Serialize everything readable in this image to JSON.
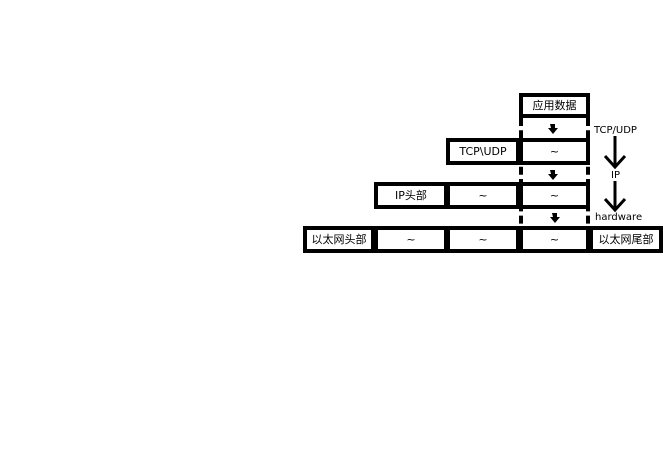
{
  "rows": {
    "app": {
      "data": "应用数据"
    },
    "transport": {
      "header": "TCP\\UDP",
      "data": "~"
    },
    "network": {
      "header": "IP头部",
      "payload": "~",
      "data": "~"
    },
    "link": {
      "header": "以太网头部",
      "payload1": "~",
      "payload2": "~",
      "data": "~",
      "trailer": "以太网尾部"
    }
  },
  "layers": {
    "transport": "TCP/UDP",
    "network": "IP",
    "link": "hardware"
  },
  "colors": {
    "stroke": "#000000",
    "background": "#ffffff"
  },
  "icons": {
    "step_arrow": "arrow-down-icon",
    "layer_arrow": "arrow-down-icon"
  }
}
